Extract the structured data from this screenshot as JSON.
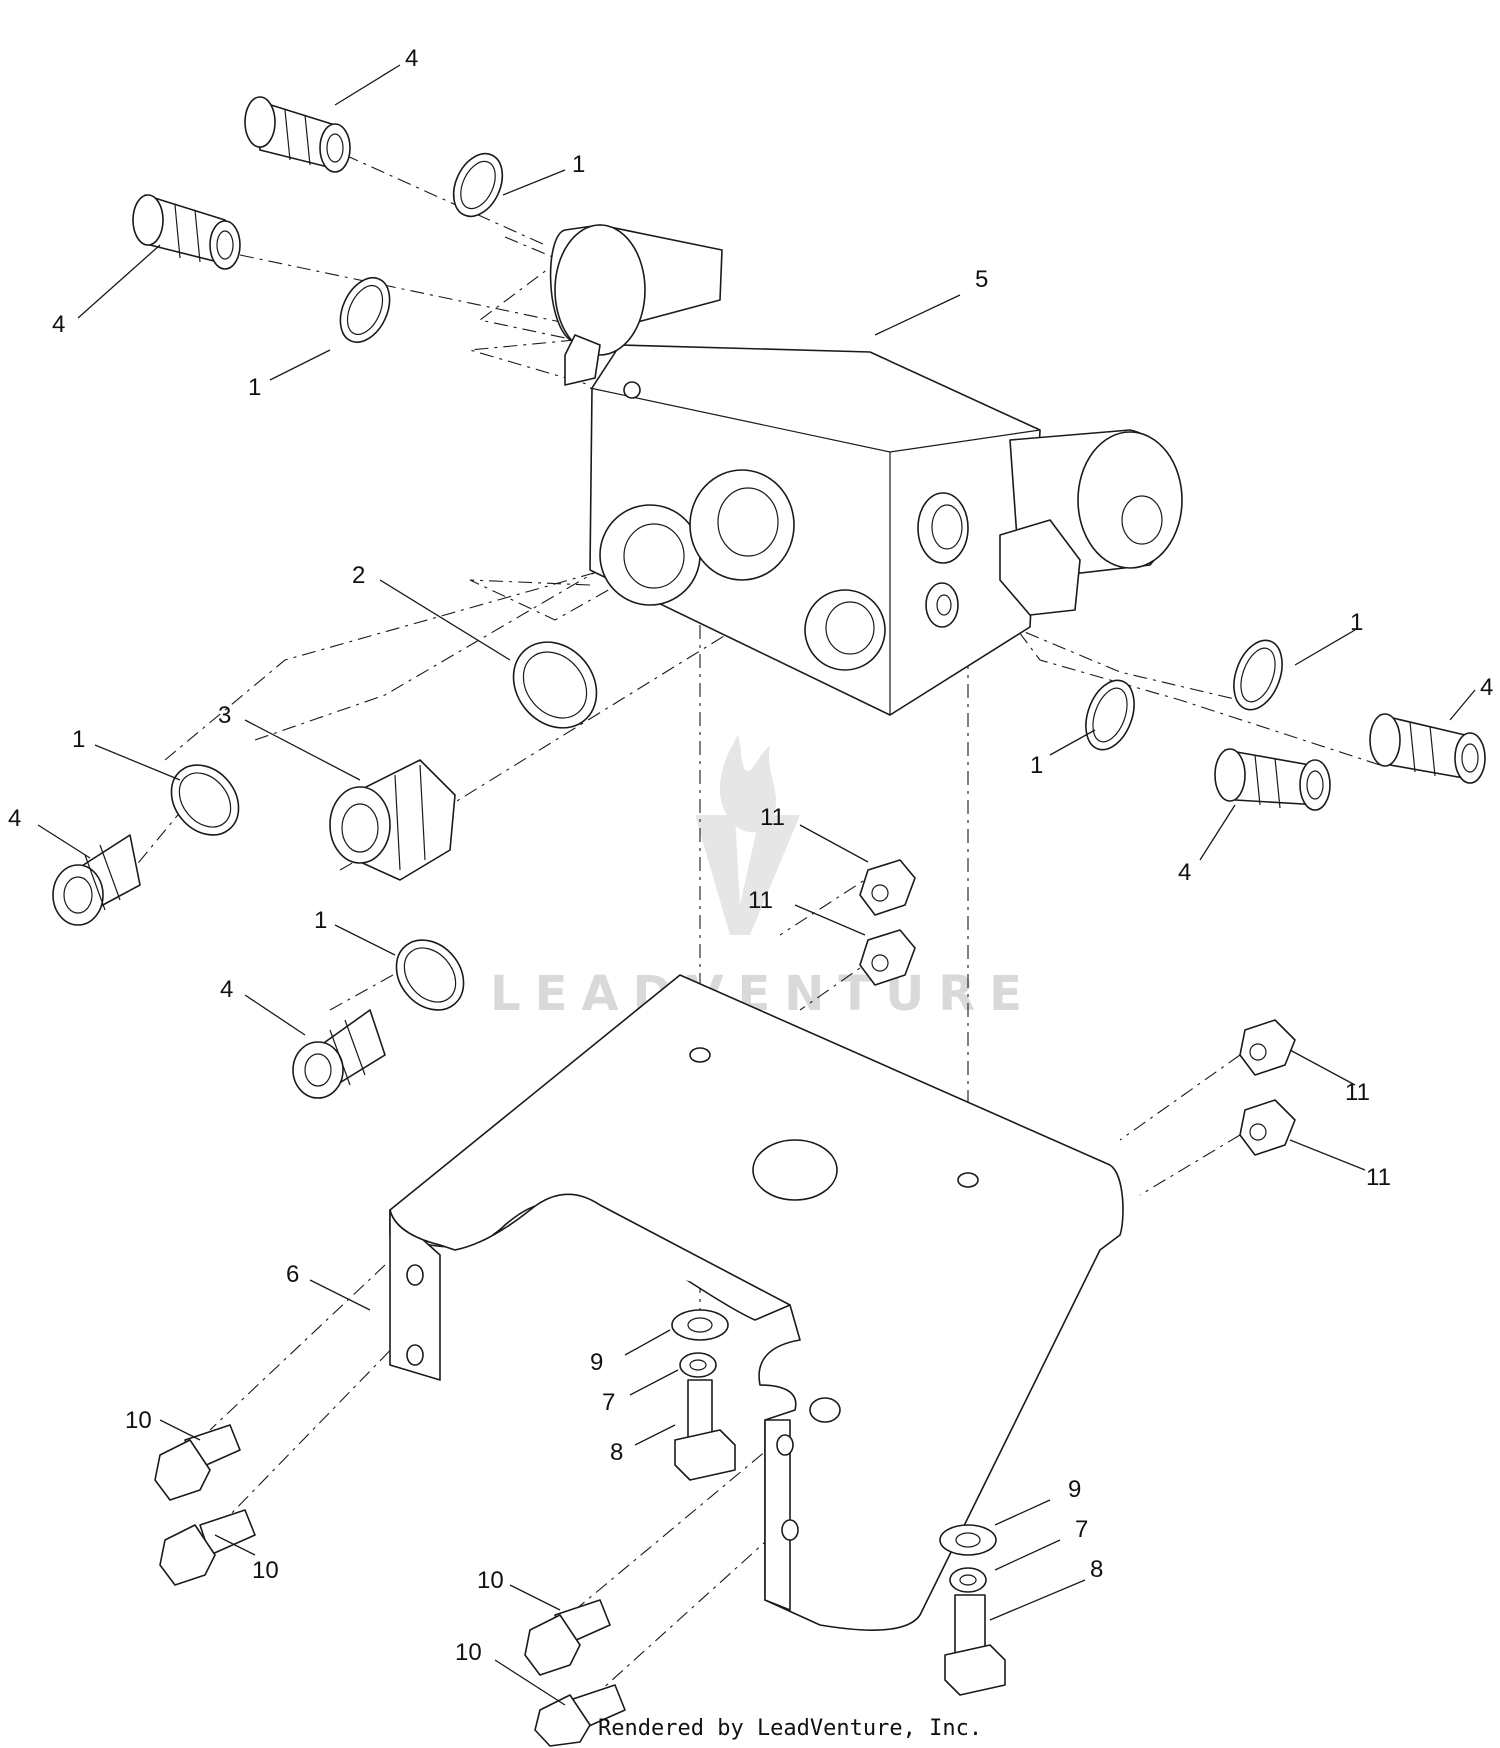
{
  "watermark": {
    "text": "LEADVENTURE"
  },
  "credit": "Rendered by LeadVenture, Inc.",
  "callouts": [
    {
      "id": "c4a",
      "label": "4"
    },
    {
      "id": "c1a",
      "label": "1"
    },
    {
      "id": "c4b",
      "label": "4"
    },
    {
      "id": "c1b",
      "label": "1"
    },
    {
      "id": "c5",
      "label": "5"
    },
    {
      "id": "c2",
      "label": "2"
    },
    {
      "id": "c3",
      "label": "3"
    },
    {
      "id": "c1c",
      "label": "1"
    },
    {
      "id": "c4c",
      "label": "4"
    },
    {
      "id": "c1d",
      "label": "1"
    },
    {
      "id": "c4d",
      "label": "4"
    },
    {
      "id": "c1e",
      "label": "1"
    },
    {
      "id": "c4e",
      "label": "4"
    },
    {
      "id": "c1f",
      "label": "1"
    },
    {
      "id": "c4f",
      "label": "4"
    },
    {
      "id": "c11a",
      "label": "11"
    },
    {
      "id": "c11b",
      "label": "11"
    },
    {
      "id": "c11c",
      "label": "11"
    },
    {
      "id": "c11d",
      "label": "11"
    },
    {
      "id": "c6",
      "label": "6"
    },
    {
      "id": "c9a",
      "label": "9"
    },
    {
      "id": "c7a",
      "label": "7"
    },
    {
      "id": "c8a",
      "label": "8"
    },
    {
      "id": "c10a",
      "label": "10"
    },
    {
      "id": "c10b",
      "label": "10"
    },
    {
      "id": "c10c",
      "label": "10"
    },
    {
      "id": "c10d",
      "label": "10"
    },
    {
      "id": "c9b",
      "label": "9"
    },
    {
      "id": "c7b",
      "label": "7"
    },
    {
      "id": "c8b",
      "label": "8"
    }
  ]
}
